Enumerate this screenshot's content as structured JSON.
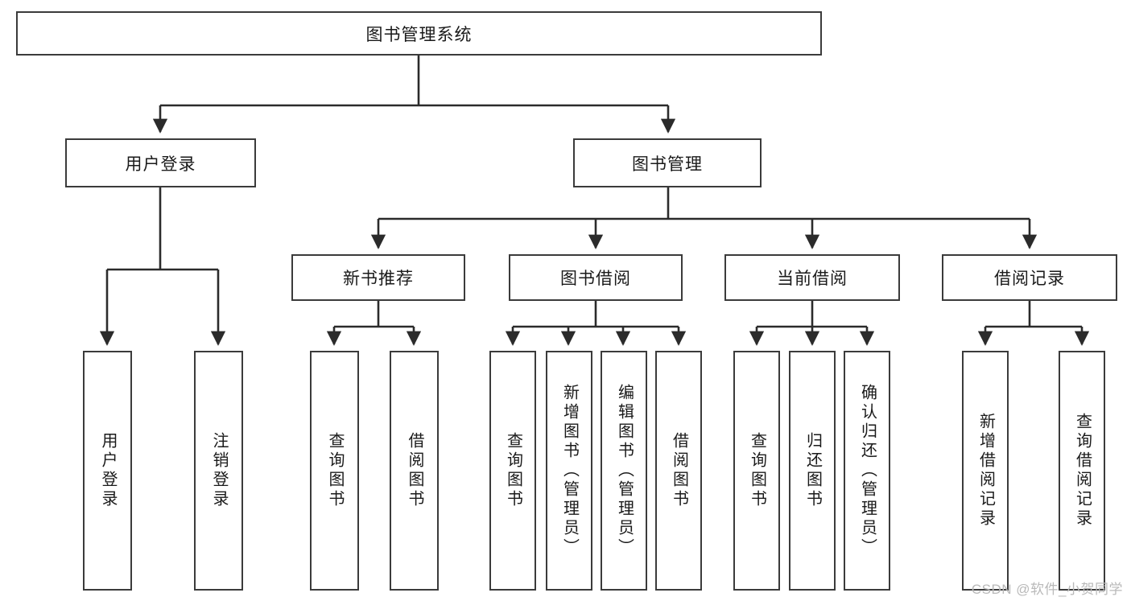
{
  "diagram": {
    "title_node": {
      "id": "root",
      "label": "图书管理系统"
    },
    "level1": [
      {
        "id": "login",
        "label": "用户登录"
      },
      {
        "id": "bookmgmt",
        "label": "图书管理"
      }
    ],
    "level2": [
      {
        "id": "newbook",
        "label": "新书推荐"
      },
      {
        "id": "borrow",
        "label": "图书借阅"
      },
      {
        "id": "current",
        "label": "当前借阅"
      },
      {
        "id": "record",
        "label": "借阅记录"
      }
    ],
    "leaves": {
      "login": [
        {
          "id": "leaf-user-login",
          "label": "用户登录"
        },
        {
          "id": "leaf-logout-login",
          "label": "注销登录"
        }
      ],
      "newbook": [
        {
          "id": "leaf-query-book-1",
          "label": "查询图书"
        },
        {
          "id": "leaf-borrow-book-1",
          "label": "借阅图书"
        }
      ],
      "borrow": [
        {
          "id": "leaf-query-book-2",
          "label": "查询图书"
        },
        {
          "id": "leaf-add-book",
          "label": "新增图书（管理员）"
        },
        {
          "id": "leaf-edit-book",
          "label": "编辑图书（管理员）"
        },
        {
          "id": "leaf-borrow-book-2",
          "label": "借阅图书"
        }
      ],
      "current": [
        {
          "id": "leaf-query-book-3",
          "label": "查询图书"
        },
        {
          "id": "leaf-return-book",
          "label": "归还图书"
        },
        {
          "id": "leaf-confirm-return",
          "label": "确认归还（管理员）"
        }
      ],
      "record": [
        {
          "id": "leaf-add-record",
          "label": "新增借阅记录"
        },
        {
          "id": "leaf-query-record",
          "label": "查询借阅记录"
        }
      ]
    }
  },
  "watermark": {
    "text": "CSDN @软件_小贺同学"
  },
  "colors": {
    "box_border": "#3b3b3b",
    "box_fill": "#ffffff",
    "edge": "#2b2b2b",
    "text": "#1a1a1a",
    "watermark": "#b9b9b9",
    "background": "#ffffff"
  }
}
